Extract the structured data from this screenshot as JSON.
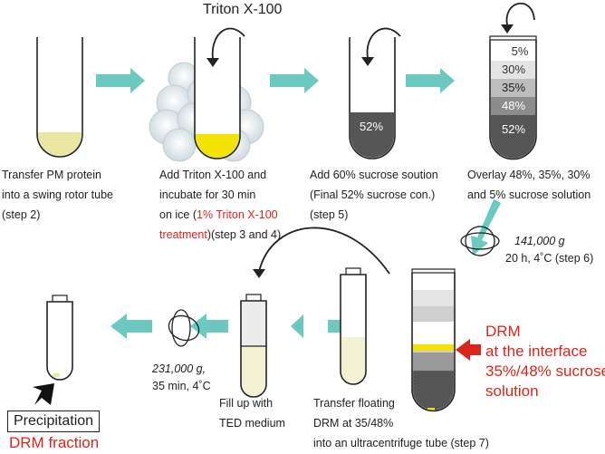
{
  "reagent_top": "Triton X-100",
  "gradient_layers": [
    "5%",
    "30%",
    "35%",
    "48%",
    "52%"
  ],
  "tube3_label": "52%",
  "step1": {
    "line1": "Transfer PM protein",
    "line2": "into a swing rotor tube",
    "line3": "(step 2)"
  },
  "step2": {
    "line1": "Add Triton X-100 and",
    "line2": "incubate for 30 min",
    "line3a": "on ice (",
    "line3red": "1% Triton X-100",
    "line4red": "treatment",
    "line4b": ")(step 3 and 4)"
  },
  "step3": {
    "line1": "Add 60% sucrose soution",
    "line2": "(Final 52% sucrose con.)",
    "line3": "(step 5)"
  },
  "step4": {
    "line1": "Overlay 48%, 35%, 30%",
    "line2": "and 5% sucrose solution"
  },
  "spin1": {
    "speed": "141,000 g",
    "cond": "20 h, 4˚C (step 6)"
  },
  "drm_label": {
    "line1": "DRM",
    "line2": "at the interface",
    "line3": "35%/48% sucrose",
    "line4": "solution"
  },
  "step7": {
    "line1": "Transfer floating",
    "line2": "DRM at 35/48%",
    "line3": "into an ultracentrifuge tube (step 7)"
  },
  "step8": {
    "line1": "Fill up with",
    "line2": "TED medium"
  },
  "spin2": {
    "speed": "231,000 g,",
    "cond": "35 min, 4˚C"
  },
  "precip": {
    "box": "Precipitation",
    "red": "DRM fraction"
  },
  "colors": {
    "arrow": "#6cc9bf",
    "red": "#d9261c",
    "yellow": "#f2e400",
    "dark": "#555555"
  }
}
